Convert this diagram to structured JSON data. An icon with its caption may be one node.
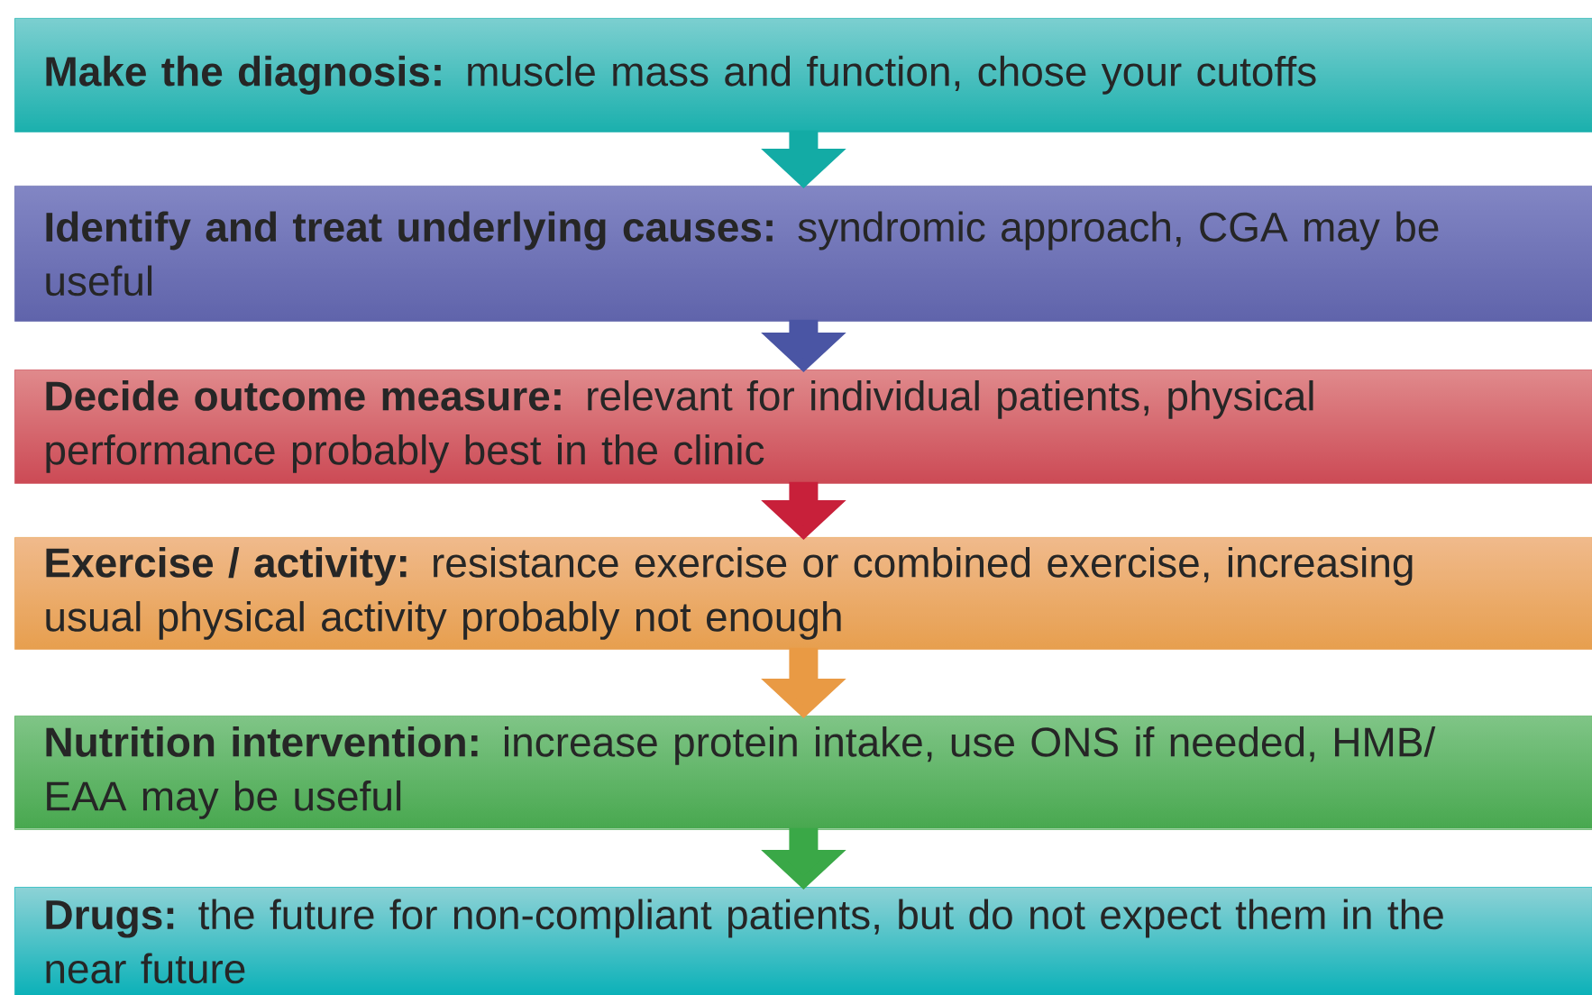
{
  "diagram": {
    "nodes": [
      {
        "text": [
          "**Make the diagnosis:** muscle mass and function, chose your cutoffs"
        ]
      },
      {
        "text": [
          "**Identify and treat underlying causes:** syndromic approach, CGA may be useful"
        ]
      },
      {
        "text": [
          "**Decide outcome measure:** relevant for individual patients, physical performance probably best in the clinic"
        ]
      },
      {
        "text": [
          "**Exercise / activity:** resistance exercise or combined exercise, increasing usual physical activity probably not enough"
        ]
      },
      {
        "text": [
          "**Nutrition intervention:** increase protein intake, use ONS if needed, HMB/ EAA may be useful"
        ]
      },
      {
        "text": [
          "**Drugs:** the future for non-compliant patients, but do not expect them in the near future"
        ]
      }
    ],
    "edges": [
      {
        "from": 0,
        "to": 1,
        "arrow": "to",
        "color": "#13aba5"
      },
      {
        "from": 1,
        "to": 2,
        "arrow": "to",
        "color": "#4a55a4"
      },
      {
        "from": 2,
        "to": 3,
        "arrow": "to",
        "color": "#c8203a"
      },
      {
        "from": 3,
        "to": 4,
        "arrow": "to",
        "color": "#e99a44"
      },
      {
        "from": 4,
        "to": 5,
        "arrow": "to",
        "color": "#3aa847"
      }
    ]
  }
}
